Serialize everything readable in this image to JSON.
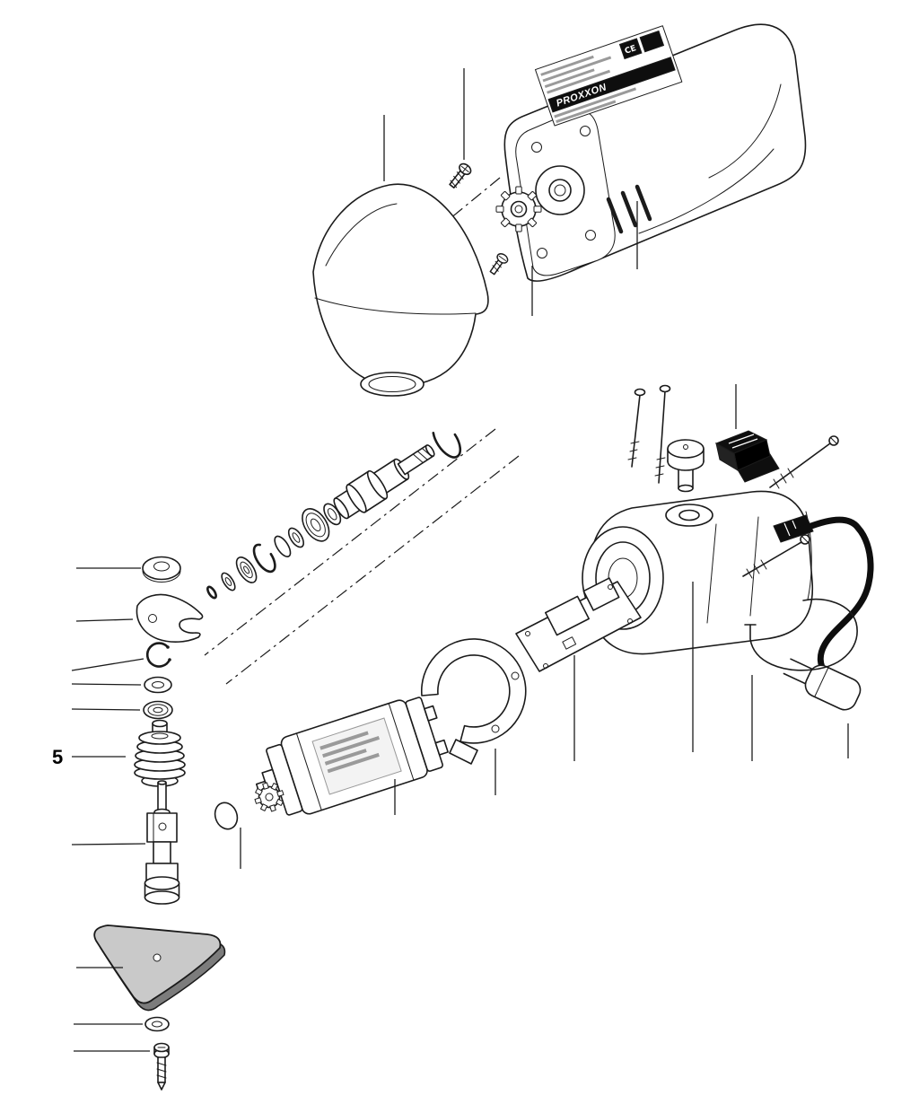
{
  "figure": {
    "type": "exploded-parts-diagram",
    "callouts": [
      {
        "label": "5"
      }
    ]
  },
  "nameplate": {
    "brand": "PROXXON",
    "ce_mark": "CE"
  },
  "colors": {
    "line": "#1b1b1b",
    "paper": "#ffffff",
    "shade": "#d6d6d6",
    "black": "#0e0e0e",
    "pad": "#c9c9c9",
    "padshadow": "#7c7c7c",
    "gray": "#9a9a9a"
  }
}
